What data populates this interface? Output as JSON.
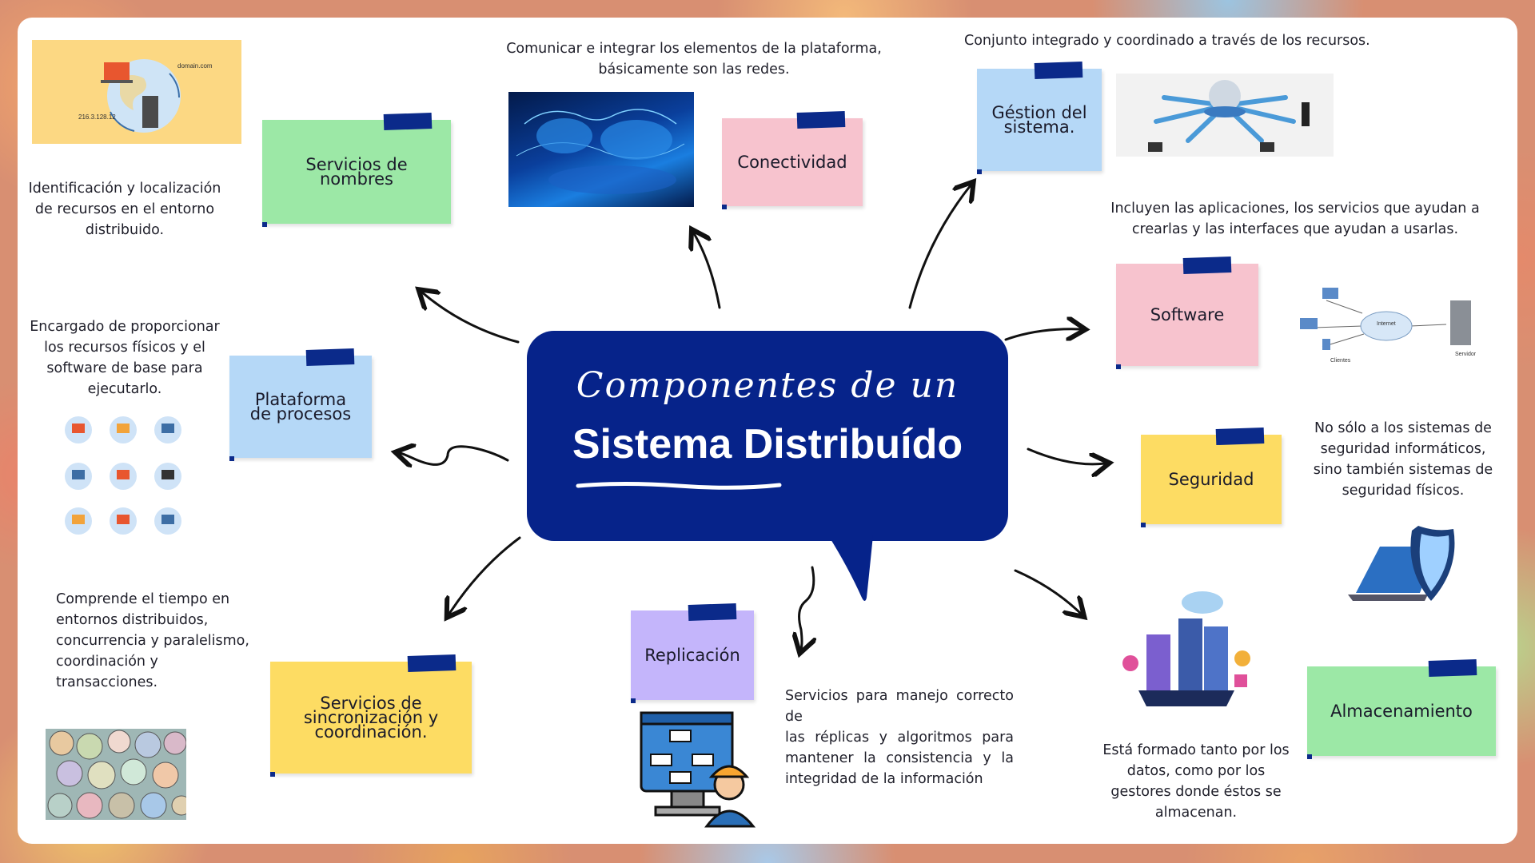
{
  "title": {
    "script_line": "Componentes de un",
    "main_line": "Sistema Distribuído"
  },
  "notes": {
    "nombres": {
      "line1": "Servicios de",
      "line2": "nombres",
      "color": "#9ce8a6"
    },
    "conectividad": {
      "label": "Conectividad",
      "color": "#f7c3ce"
    },
    "gestion": {
      "line1": "Géstion del",
      "line2": "sistema.",
      "color": "#b5d8f7"
    },
    "software": {
      "label": "Software",
      "color": "#f7c3ce"
    },
    "plataforma": {
      "line1": "Plataforma",
      "line2": "de procesos",
      "color": "#b5d8f7"
    },
    "seguridad": {
      "label": "Seguridad",
      "color": "#fddc63"
    },
    "sincronizacion": {
      "line1": "Servicios de",
      "line2": "sincronización y",
      "line3": "coordinación.",
      "color": "#fddc63"
    },
    "replicacion": {
      "label": "Replicación",
      "color": "#c4b5fb"
    },
    "almacenamiento": {
      "label": "Almacenamiento",
      "color": "#9ce8a6"
    }
  },
  "descriptions": {
    "nombres": [
      "Identificación y localización",
      "de recursos en el entorno",
      "distribuido."
    ],
    "conectividad": [
      "Comunicar e integrar los elementos de la plataforma,",
      "básicamente son las redes."
    ],
    "gestion": [
      "Conjunto integrado y coordinado a través de los recursos."
    ],
    "software": [
      "Incluyen las aplicaciones,  los servicios que ayudan a",
      "crearlas y las interfaces que ayudan a usarlas."
    ],
    "plataforma": [
      "Encargado de proporcionar",
      "los recursos físicos y el",
      "software de base para",
      "ejecutarlo."
    ],
    "seguridad": [
      "No sólo a los sistemas de",
      "seguridad informáticos,",
      "sino también sistemas de",
      "seguridad físicos."
    ],
    "sincronizacion": [
      "Comprende el tiempo en",
      "entornos distribuidos,",
      "concurrencia y paralelismo,",
      "coordinación y",
      "transacciones."
    ],
    "replicacion": [
      "Servicios para manejo correcto de",
      "las réplicas y algoritmos para",
      "mantener la consistencia y la",
      "integridad de la información"
    ],
    "almacenamiento": [
      "Está formado tanto por los",
      "datos, como por los",
      "gestores donde éstos se",
      "almacenan."
    ]
  },
  "illustrations": {
    "dns": {
      "ip": "216.3.128.12",
      "domain": "domain.com"
    },
    "network": {
      "internet": "Internet",
      "clients": "Clientes",
      "server": "Servidor"
    }
  },
  "colors": {
    "bubble": "#06238a",
    "tape": "#0b2a8a",
    "arrow": "#111111"
  }
}
